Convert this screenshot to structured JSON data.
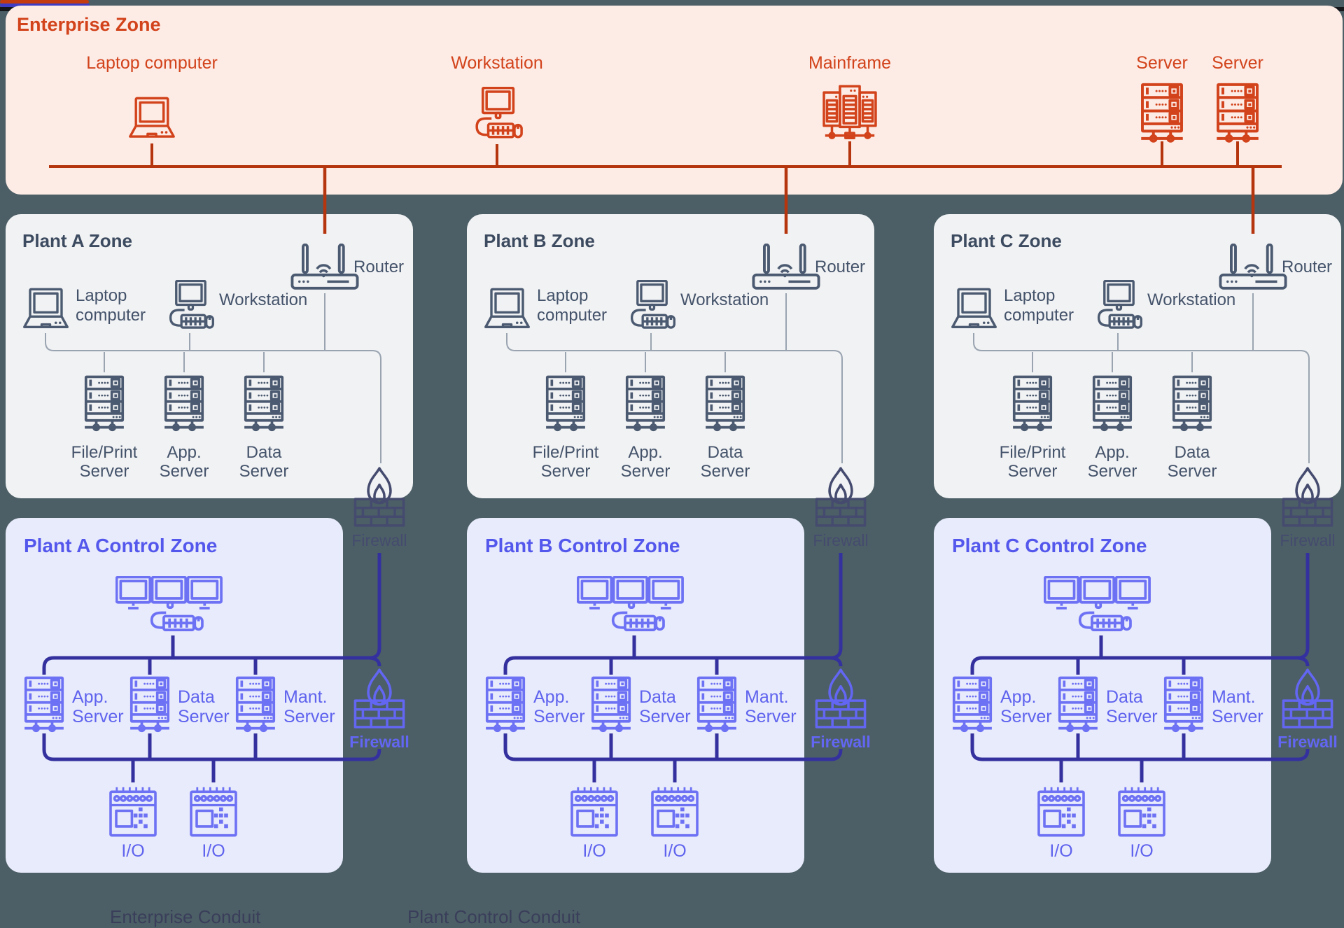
{
  "page": {
    "background": "#4c5f66",
    "bottom_bar_color": "#14161a"
  },
  "enterprise_zone": {
    "title": "Enterprise Zone",
    "background": "#fdebe5",
    "text_color": "#d2431b",
    "conduit_color": "#b5360e",
    "devices": [
      {
        "label": "Laptop computer",
        "icon": "laptop"
      },
      {
        "label": "Workstation",
        "icon": "workstation"
      },
      {
        "label": "Mainframe",
        "icon": "mainframe"
      },
      {
        "label": "Server",
        "icon": "server"
      },
      {
        "label": "Server",
        "icon": "server"
      }
    ]
  },
  "plant_zones": {
    "background": "#f1f2f4",
    "icon_color": "#4b5a70",
    "title_color": "#3d4b60",
    "label_color": "#44536a",
    "connector_color": "#9aa4b1",
    "router_label": "Router",
    "laptop_label_lines": [
      "Laptop",
      "computer"
    ],
    "workstation_label": "Workstation",
    "server_labels": [
      [
        "File/Print",
        "Server"
      ],
      [
        "App.",
        "Server"
      ],
      [
        "Data",
        "Server"
      ]
    ],
    "zones": [
      {
        "title": "Plant A Zone"
      },
      {
        "title": "Plant B Zone"
      },
      {
        "title": "Plant C Zone"
      }
    ]
  },
  "boundary_firewall": {
    "label": "Firewall",
    "color": "#454b6e"
  },
  "control_zones": {
    "background": "#e8ebfb",
    "icon_color": "#6d71f4",
    "title_color": "#5457ec",
    "label_color": "#5f63ee",
    "conduit_color": "#34319f",
    "firewall_color": "#6266f2",
    "firewall_label": "Firewall",
    "io_label": "I/O",
    "server_labels": [
      [
        "App.",
        "Server"
      ],
      [
        "Data",
        "Server"
      ],
      [
        "Mant.",
        "Server"
      ]
    ],
    "zones": [
      {
        "title": "Plant A Control Zone"
      },
      {
        "title": "Plant B Control Zone"
      },
      {
        "title": "Plant C Control Zone"
      }
    ]
  },
  "legend": {
    "text_color": "#3a3e5a",
    "items": [
      {
        "label": "Enterprise Conduit",
        "color": "#c43b10"
      },
      {
        "label": "Plant Control Conduit",
        "color": "#3e3cc4"
      }
    ]
  }
}
